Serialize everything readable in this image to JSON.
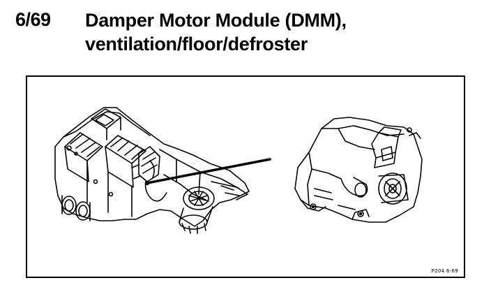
{
  "page": {
    "number": "6/69",
    "title_line1": "Damper Motor Module (DMM),",
    "title_line2": "ventilation/floor/defroster"
  },
  "figure": {
    "code": "P204 6-69",
    "left_drawing_icon": "hvac-housing-illustration",
    "right_drawing_icon": "damper-motor-module-illustration"
  }
}
